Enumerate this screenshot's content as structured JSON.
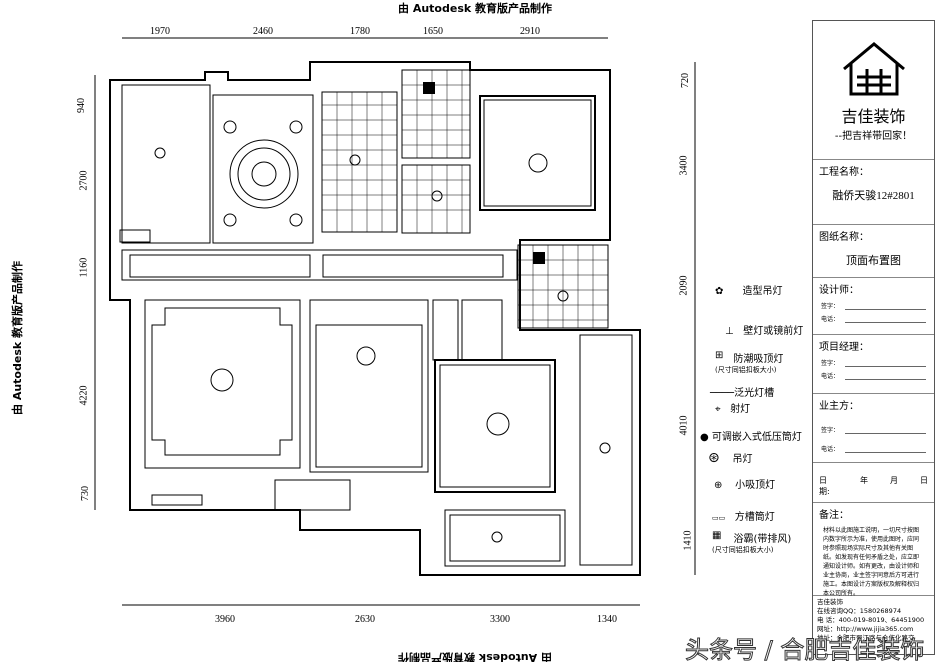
{
  "watermark": "由 Autodesk 教育版产品制作",
  "dimensions": {
    "top": [
      "1970",
      "2460",
      "1780",
      "1650",
      "2910"
    ],
    "bottom": [
      "3960",
      "2630",
      "3300",
      "1340"
    ],
    "left": [
      "940",
      "2700",
      "1160",
      "4220",
      "730"
    ],
    "right": [
      "720",
      "3400",
      "2090",
      "4010",
      "1410"
    ]
  },
  "title_block": {
    "company": "吉佳装饰",
    "slogan": "--把吉祥带回家！",
    "project_label": "工程名称：",
    "project_name": "融侨天骏12#2801",
    "drawing_label": "图纸名称：",
    "drawing_name": "顶面布置图",
    "designer_label": "设计师：",
    "manager_label": "项目经理：",
    "owner_label": "业主方：",
    "sign_label": "签字：",
    "phone_label": "电话：",
    "date_label": "日 期:",
    "year": "年",
    "month": "月",
    "day": "日",
    "notes_label": "备注：",
    "notes": "材料以此图施工说明，一切尺寸按图内数字所示为准，使用此图时，应同时参照现场实际尺寸及其他有关图纸。如发现有任何矛盾之处，应立即通知设计师。如有更改，由设计师和业主协商，业主签字同意后方可进行施工。本图设计方案版权及解释权归本公司所有。",
    "contact": [
      "吉佳装饰",
      "在线咨询QQ：1580268974",
      "电 话：400-019-8019、64451900",
      "网址：http://www.jijia365.com",
      "地址：合肥市蜀江路与合作化路交"
    ]
  },
  "legend": [
    {
      "icon": "chandelier-shaped-icon",
      "label": "造型吊灯"
    },
    {
      "icon": "wall-lamp-icon",
      "label": "壁灯或镜前灯"
    },
    {
      "icon": "moisture-proof-ceiling-lamp-icon",
      "label": "防潮吸顶灯",
      "note": "(尺寸同铝扣板大小)"
    },
    {
      "icon": "flood-light-slot-icon",
      "label": "泛光灯槽"
    },
    {
      "icon": "spotlight-icon",
      "label": "射灯"
    },
    {
      "icon": "recessed-downlight-icon",
      "label": "可调嵌入式低压筒灯"
    },
    {
      "icon": "pendant-lamp-icon",
      "label": "吊灯"
    },
    {
      "icon": "small-ceiling-lamp-icon",
      "label": "小吸顶灯"
    },
    {
      "icon": "square-downlight-icon",
      "label": "方槽筒灯"
    },
    {
      "icon": "bath-heater-icon",
      "label": "浴霸(带排风)",
      "note": "(尺寸同铝扣板大小)"
    }
  ],
  "overlay": "头条号 / 合肥吉佳装饰"
}
